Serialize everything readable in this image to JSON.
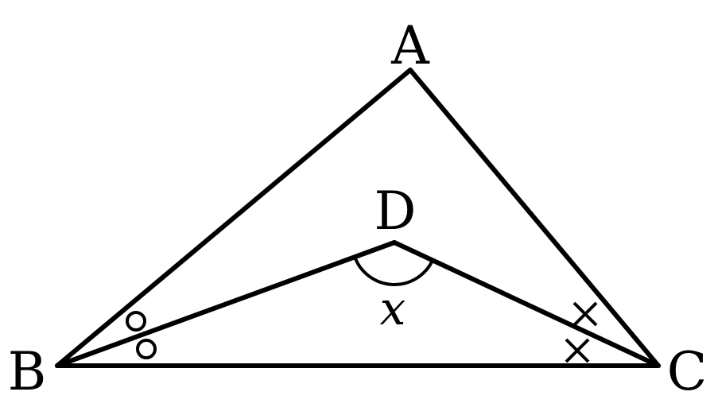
{
  "figure": {
    "points": {
      "A": "A",
      "B": "B",
      "C": "C",
      "D": "D"
    },
    "angle_label": "x",
    "equal_angle_marks": {
      "at_B": "circle",
      "at_C": "cross"
    },
    "colors": {
      "stroke": "#000000",
      "background": "#ffffff"
    }
  }
}
